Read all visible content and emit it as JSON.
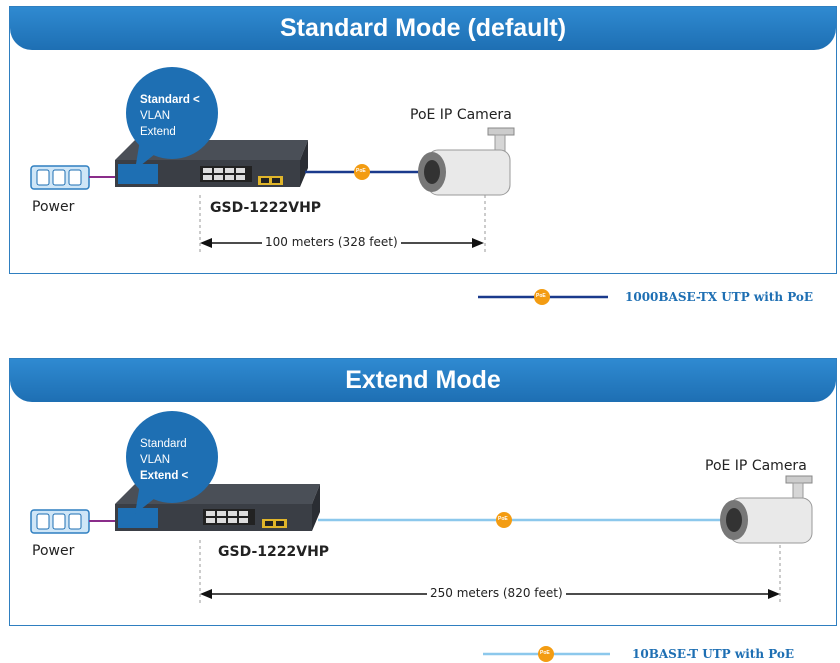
{
  "standard": {
    "title": "Standard Mode (default)",
    "menu": [
      "Standard <",
      "VLAN",
      "Extend"
    ],
    "camera_label": "PoE IP Camera",
    "model": "GSD-1222VHP",
    "power_label": "Power",
    "distance": "100 meters (328 feet)",
    "poe_badge": "PoE",
    "legend": "1000BASE-TX UTP with PoE",
    "line_color": "#1a3a8c"
  },
  "extend": {
    "title": "Extend Mode",
    "menu": [
      "Standard",
      "VLAN",
      "Extend <"
    ],
    "camera_label": "PoE IP Camera",
    "model": "GSD-1222VHP",
    "power_label": "Power",
    "distance": "250 meters (820 feet)",
    "poe_badge": "PoE",
    "legend": "10BASE-T UTP with PoE",
    "line_color": "#8cc8ec"
  },
  "colors": {
    "accent": "#2f7fc0",
    "poe_orange": "#f39c12",
    "bubble": "#1e6fb3"
  }
}
